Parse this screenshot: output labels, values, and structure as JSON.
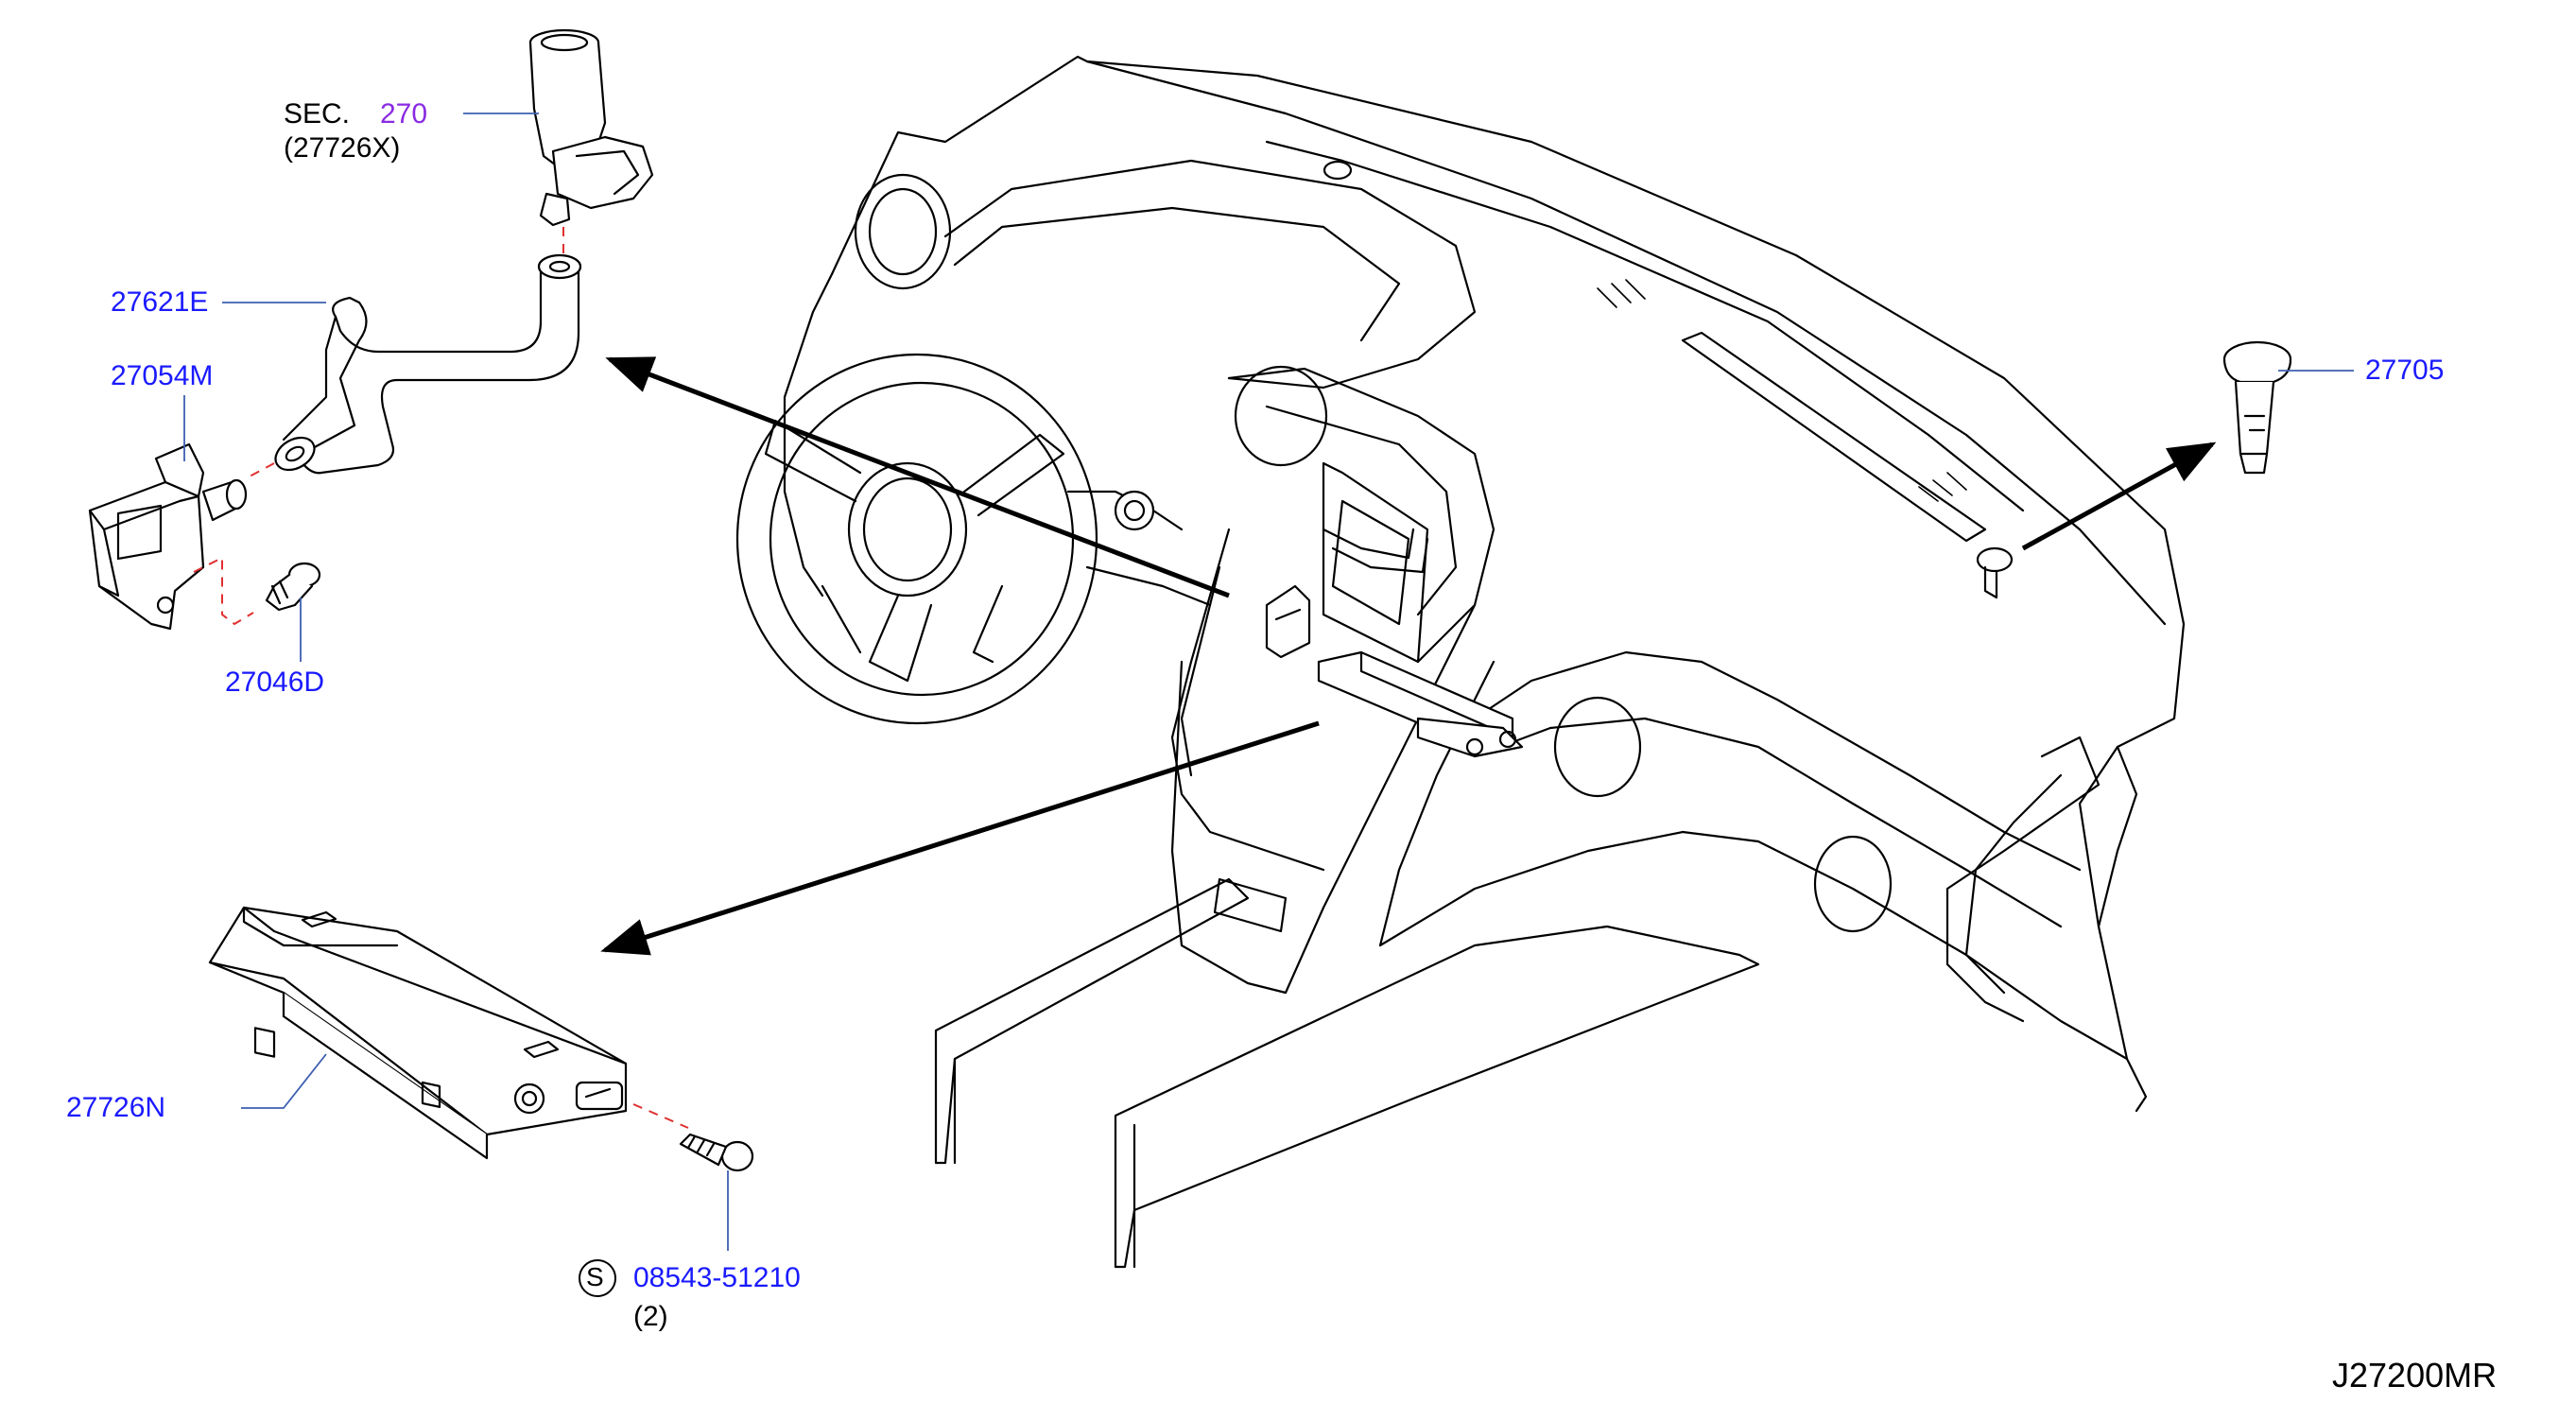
{
  "colors": {
    "part_number": "#1a1aff",
    "section_number": "#8a2be2",
    "leader_line": "#3d5fb0",
    "assembly_dash": "#e03030",
    "linework": "#000000"
  },
  "labels": {
    "sec_prefix": "SEC.",
    "sec_number": "270",
    "sec_ref": "(27726X)",
    "hose": "27621E",
    "sensor": "27054M",
    "bolt": "27046D",
    "clip": "27705",
    "module": "27726N",
    "screw_symbol": "S",
    "screw": "08543-51210",
    "screw_qty": "(2)",
    "diagram_id": "J27200MR"
  }
}
